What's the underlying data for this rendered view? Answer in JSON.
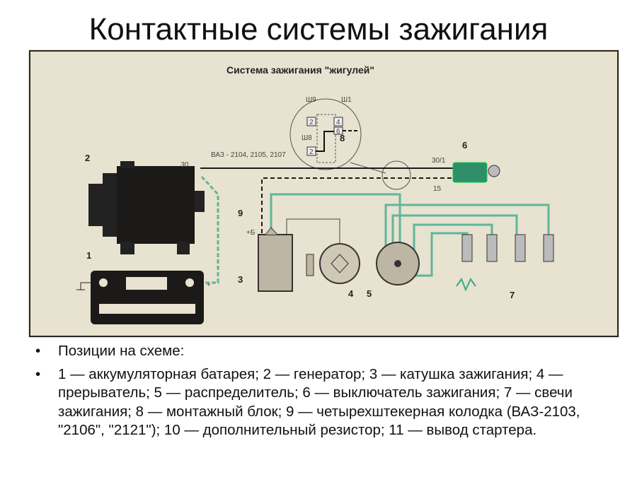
{
  "slide": {
    "title": "Контактные системы зажигания"
  },
  "diagram": {
    "caption": "Система зажигания \"жигулей\"",
    "labels": {
      "n1": "1",
      "n2": "2",
      "n3": "3",
      "n4": "4",
      "n5": "5",
      "n6": "6",
      "n7": "7",
      "n8": "8",
      "n9": "9",
      "t30": "30",
      "t30_1": "30/1",
      "t15": "15",
      "plus_b": "+Б",
      "sh9": "Ш9",
      "sh1": "Ш1",
      "sh8": "Ш8",
      "pin2a": "2",
      "pin4": "4",
      "pin6": "6",
      "pin2b": "2",
      "models": "ВАЗ - 2104, 2105, 2107",
      "plus": "+"
    },
    "colors": {
      "wire_green": "#5fb79a",
      "background": "#e8e2d0",
      "ink": "#1c1a18"
    }
  },
  "bullets": [
    "Позиции на схеме:",
    "1 — аккумуляторная батарея; 2 — генератор; 3 — катушка зажигания; 4 — прерыватель; 5 — распределитель; 6 — выключатель зажигания; 7 — свечи зажигания; 8 — монтажный блок; 9 — четырехштекерная колодка (ВАЗ-2103, \"2106\", \"2121\"); 10 — дополнительный резистор; 11 — вывод стартера."
  ]
}
